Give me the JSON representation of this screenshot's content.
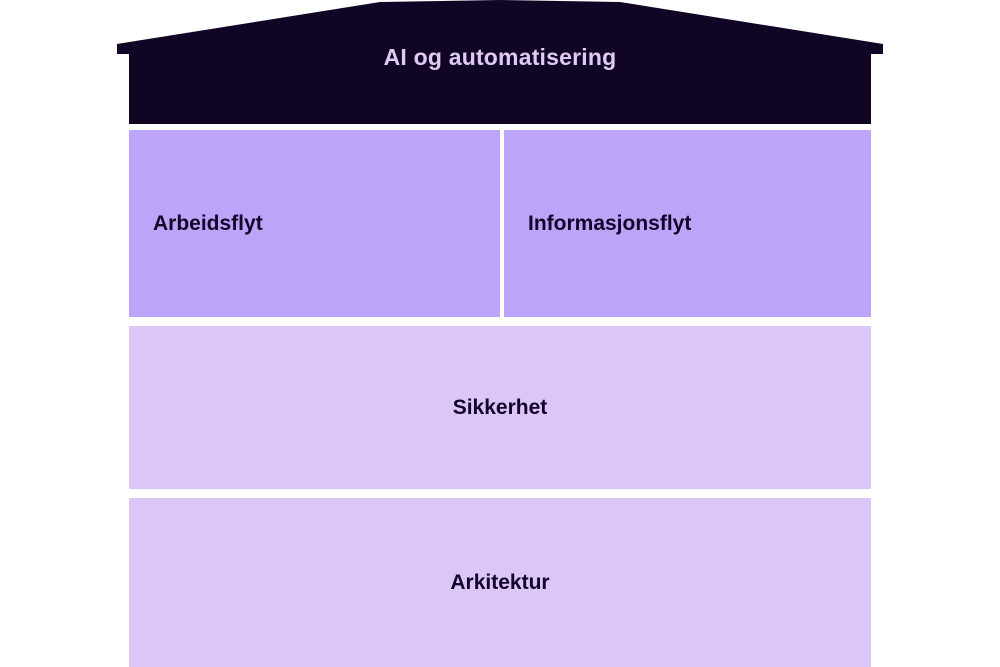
{
  "diagram": {
    "type": "house-framework",
    "title": "AI og automatisering",
    "roof": {
      "label": "AI og automatisering",
      "fill": "#100524",
      "text_color": "#E0CAF5"
    },
    "levels": [
      {
        "name": "pillars",
        "fill": "#BCA5F8",
        "align": "left",
        "boxes": [
          {
            "label": "Arbeidsflyt"
          },
          {
            "label": "Informasjonsflyt"
          }
        ]
      },
      {
        "name": "foundation-upper",
        "fill": "#DCC5F7",
        "align": "center",
        "boxes": [
          {
            "label": "Sikkerhet"
          }
        ]
      },
      {
        "name": "foundation-lower",
        "fill": "#DCC5F7",
        "align": "center",
        "boxes": [
          {
            "label": "Arkitektur"
          }
        ]
      }
    ],
    "colors": {
      "background": "#FFFFFF",
      "roof_fill": "#100524",
      "roof_text": "#E0CAF5",
      "pillar_fill": "#BCA5F8",
      "foundation_fill": "#DCC5F7",
      "body_text": "#12052A"
    }
  }
}
